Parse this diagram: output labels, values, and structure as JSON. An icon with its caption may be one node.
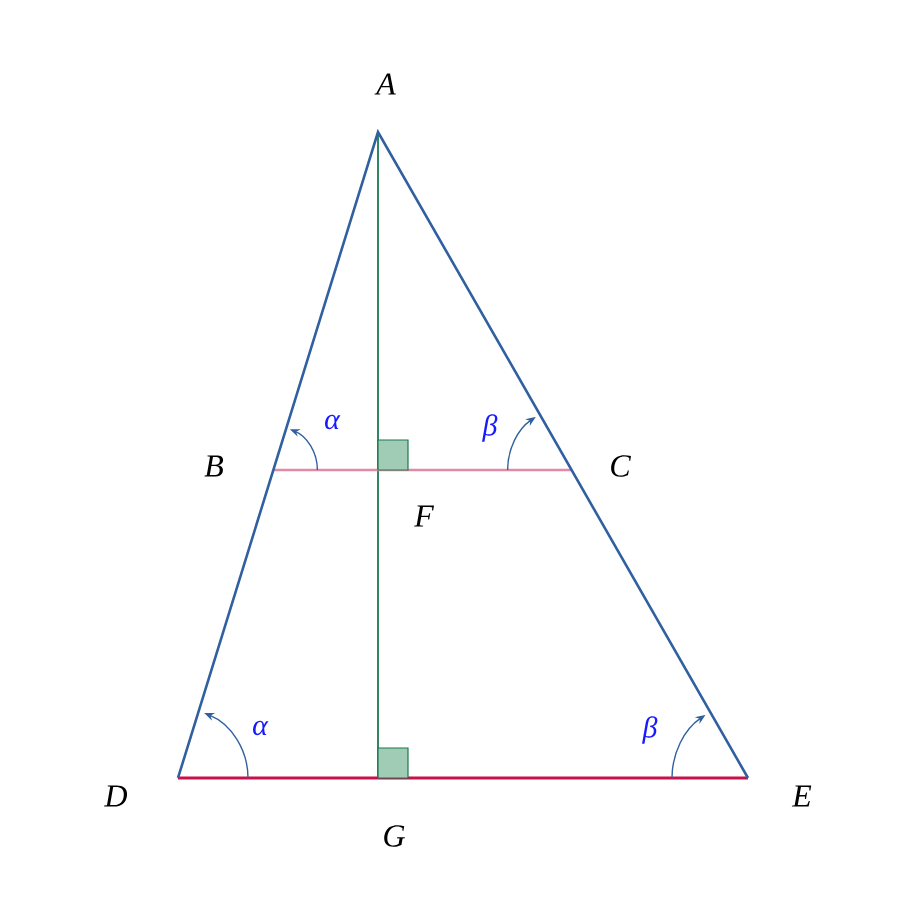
{
  "diagram": {
    "labels": [
      "A",
      "B",
      "C",
      "F",
      "D",
      "E",
      "G",
      "α",
      "β",
      "α",
      "β"
    ]
  }
}
